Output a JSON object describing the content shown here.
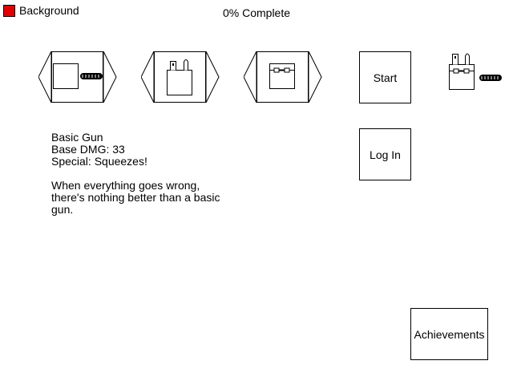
{
  "background_toggle": {
    "label": "Background",
    "color": "#e00000"
  },
  "progress": {
    "text": "0% Complete",
    "percent": 0
  },
  "selectors": [
    {
      "name": "gun-selector",
      "icon": "box-with-gun-icon"
    },
    {
      "name": "bag-selector",
      "icon": "bag-with-handles-icon"
    },
    {
      "name": "chest-selector",
      "icon": "box-with-clasp-icon"
    }
  ],
  "buttons": {
    "start": "Start",
    "login": "Log In",
    "achievements": "Achievements"
  },
  "weapon": {
    "name": "Basic Gun",
    "dmg": "Base DMG: 33",
    "special": "Special: Squeezes!",
    "desc_line1": "When everything goes wrong,",
    "desc_line2": "there's nothing better than a basic",
    "desc_line3": "gun."
  },
  "preview": {
    "icon": "character-with-gun-icon"
  }
}
